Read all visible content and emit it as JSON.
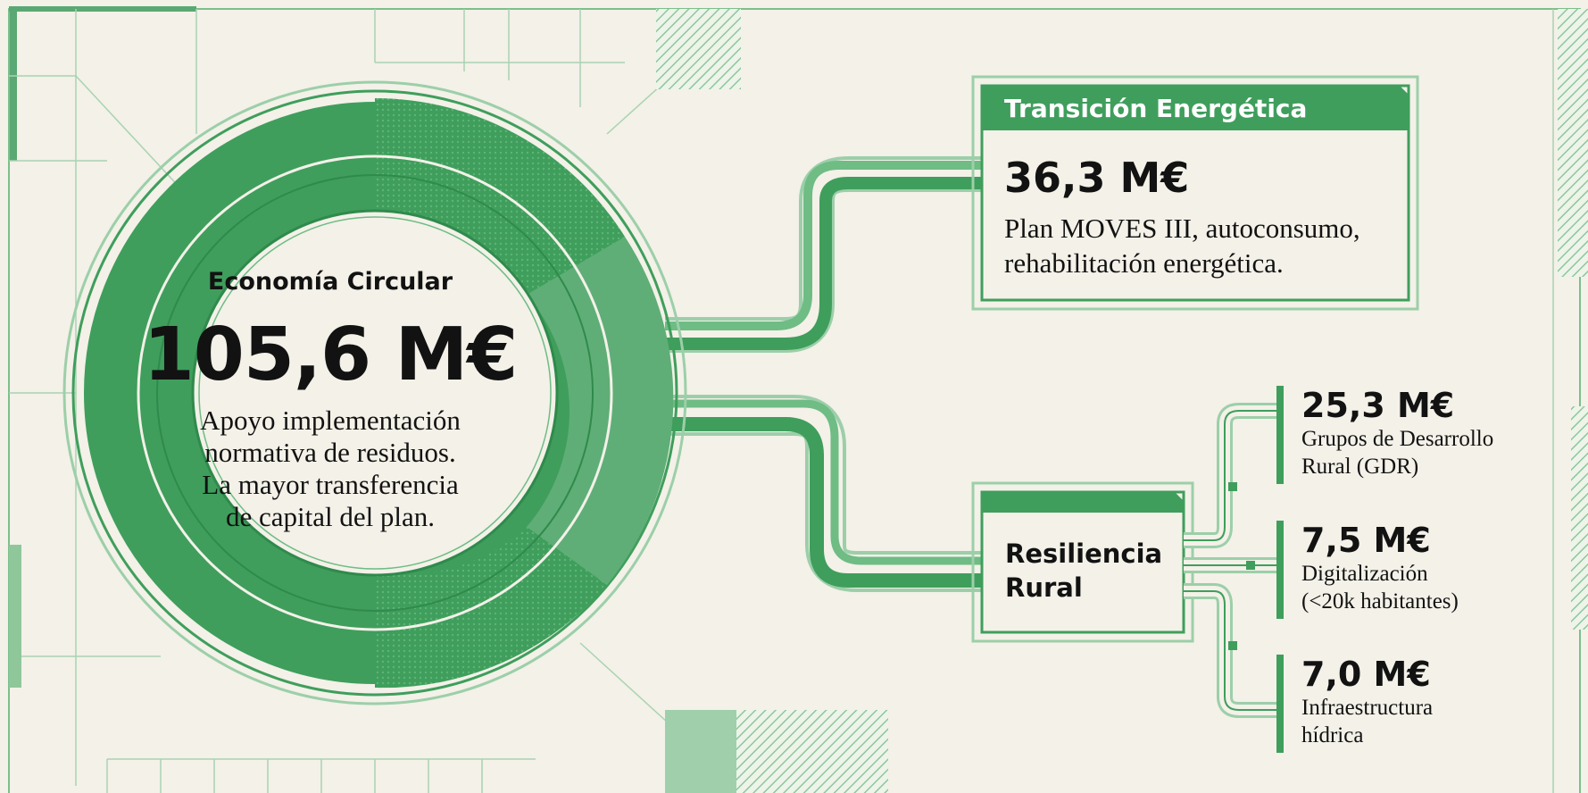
{
  "center": {
    "title": "Economía Circular",
    "value": "105,6 M€",
    "description_lines": [
      "Apoyo implementación",
      "normativa de residuos.",
      "La mayor transferencia",
      "de capital del plan."
    ]
  },
  "transicion": {
    "title": "Transición Energética",
    "value": "36,3 M€",
    "description_lines": [
      "Plan MOVES III, autoconsumo,",
      "rehabilitación energética."
    ]
  },
  "resiliencia": {
    "label_lines": [
      "Resiliencia",
      "Rural"
    ]
  },
  "branches": [
    {
      "value": "25,3 M€",
      "description_lines": [
        "Grupos de Desarrollo",
        "Rural (GDR)"
      ]
    },
    {
      "value": "7,5 M€",
      "description_lines": [
        "Digitalización",
        "(<20k habitantes)"
      ]
    },
    {
      "value": "7,0 M€",
      "description_lines": [
        "Infraestructura",
        "hídrica"
      ]
    }
  ],
  "colors": {
    "background": "#f3f1e8",
    "green": "#3f9e5c",
    "light_green": "#6fbc85",
    "line": "#9ccfa9"
  }
}
